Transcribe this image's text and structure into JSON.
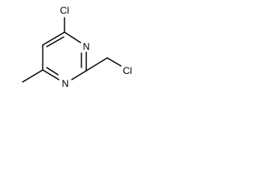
{
  "structure": {
    "atoms": {
      "cl_top": "Cl",
      "n_ring_upper": "N",
      "n_ring_lower": "N",
      "cl_side": "Cl"
    }
  },
  "colors": {
    "bond": "#000000",
    "label": "#000000",
    "background": "#ffffff"
  }
}
